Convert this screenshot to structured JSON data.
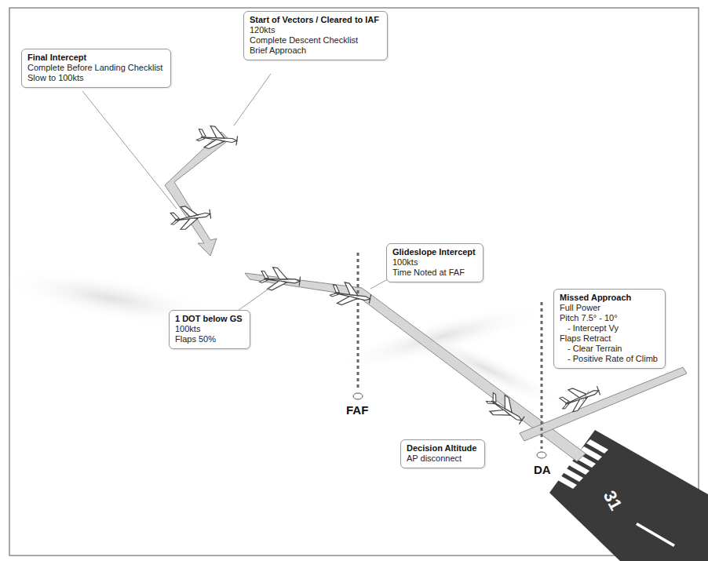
{
  "diagram": {
    "nodes": [
      {
        "text": [
          "Final Intercept",
          "Complete Before Landing Checklist",
          "Slow to 100kts"
        ]
      },
      {
        "text": [
          "Start of Vectors / Cleared to IAF",
          "120kts",
          "Complete Descent Checklist",
          "Brief Approach"
        ]
      },
      {
        "text": [
          "Glideslope Intercept",
          "100kts",
          "Time Noted at FAF"
        ]
      },
      {
        "text": [
          "1 DOT below GS",
          "100kts",
          "Flaps 50%"
        ]
      },
      {
        "text": [
          "Missed Approach",
          "Full Power",
          "Pitch 7.5° - 10°",
          "- Intercept Vy",
          "Flaps Retract",
          "- Clear Terrain",
          "- Positive Rate of Climb"
        ]
      },
      {
        "text": [
          "Decision Altitude",
          "AP disconnect"
        ]
      }
    ],
    "labels": [
      "FAF",
      "DA",
      "31"
    ]
  }
}
